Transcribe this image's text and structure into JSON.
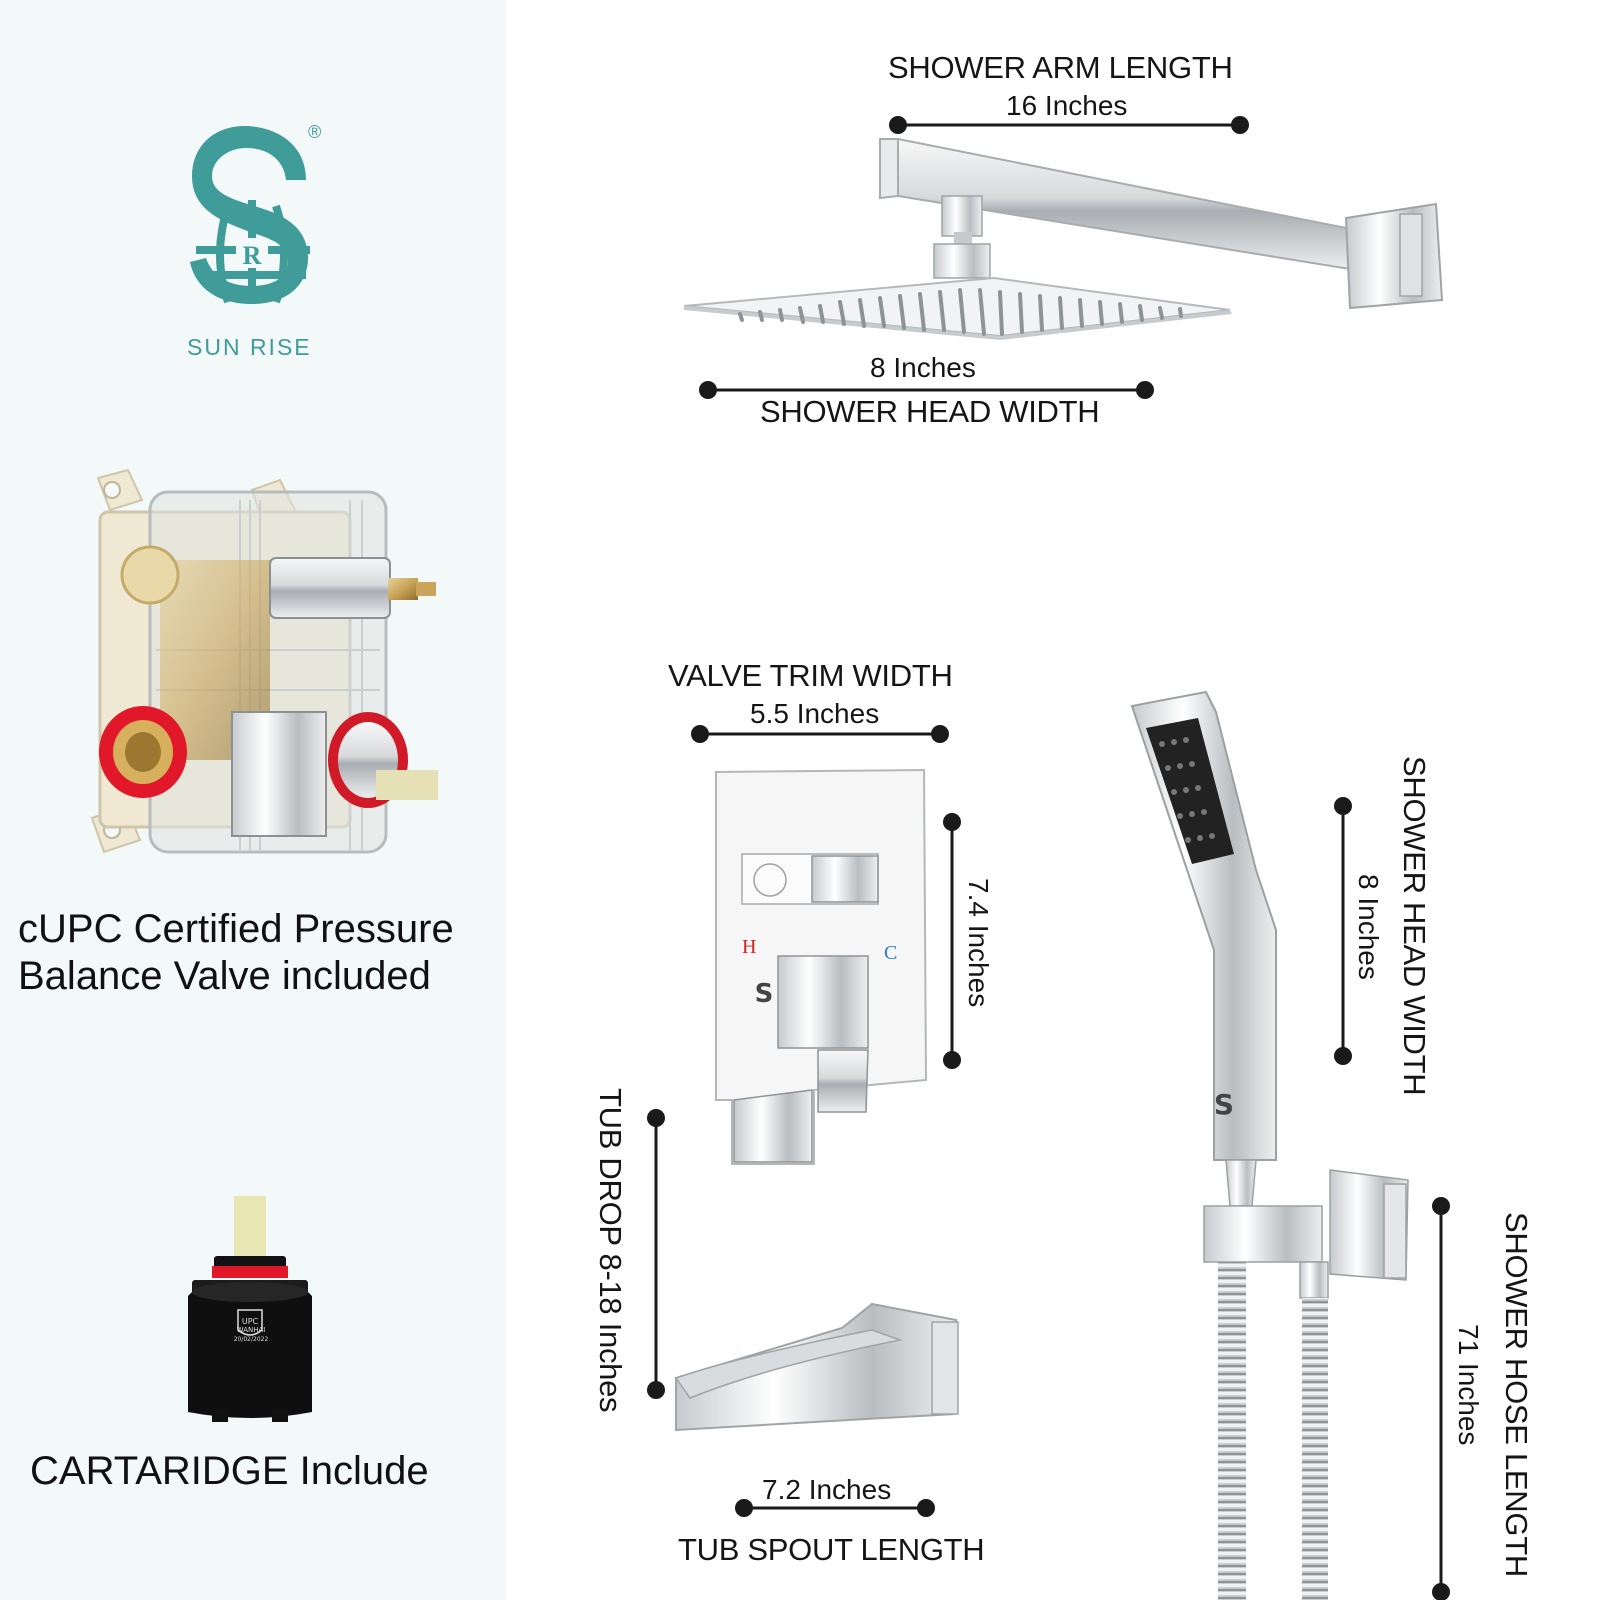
{
  "brand": {
    "name": "SUN RISE",
    "registered_mark": "®",
    "color": "#3f9c99"
  },
  "left_panel": {
    "valve_caption_line1": "cUPC Certified Pressure",
    "valve_caption_line2": "Balance Valve included",
    "cartridge_caption": "CARTARIDGE Include",
    "cartridge_marking": "WANHAI",
    "cartridge_date": "20/02/2022"
  },
  "dimensions": {
    "shower_arm": {
      "title": "SHOWER ARM LENGTH",
      "value": "16 Inches"
    },
    "shower_head": {
      "title": "SHOWER HEAD WIDTH",
      "value": "8 Inches"
    },
    "valve_trim": {
      "title": "VALVE TRIM WIDTH",
      "value": "5.5 Inches",
      "height_value": "7.4 Inches"
    },
    "handheld_head": {
      "title": "SHOWER HEAD WIDTH",
      "value": "8 Inches"
    },
    "tub_drop": {
      "title": "TUB DROP 8-18 Inches"
    },
    "tub_spout": {
      "title": "TUB SPOUT LENGTH",
      "value": "7.2 Inches"
    },
    "shower_hose": {
      "title": "SHOWER HOSE LENGTH",
      "value": "71 Inches"
    }
  },
  "valve_labels": {
    "hot": "H",
    "cold": "C",
    "hot_color": "#d22020",
    "cold_color": "#2a7fd0"
  },
  "icons": [
    "sunrise-logo-icon",
    "rough-in-valve-icon",
    "cartridge-icon",
    "rain-shower-head-icon",
    "shower-arm-icon",
    "valve-trim-icon",
    "handheld-shower-icon",
    "hose-icon",
    "tub-spout-icon"
  ]
}
